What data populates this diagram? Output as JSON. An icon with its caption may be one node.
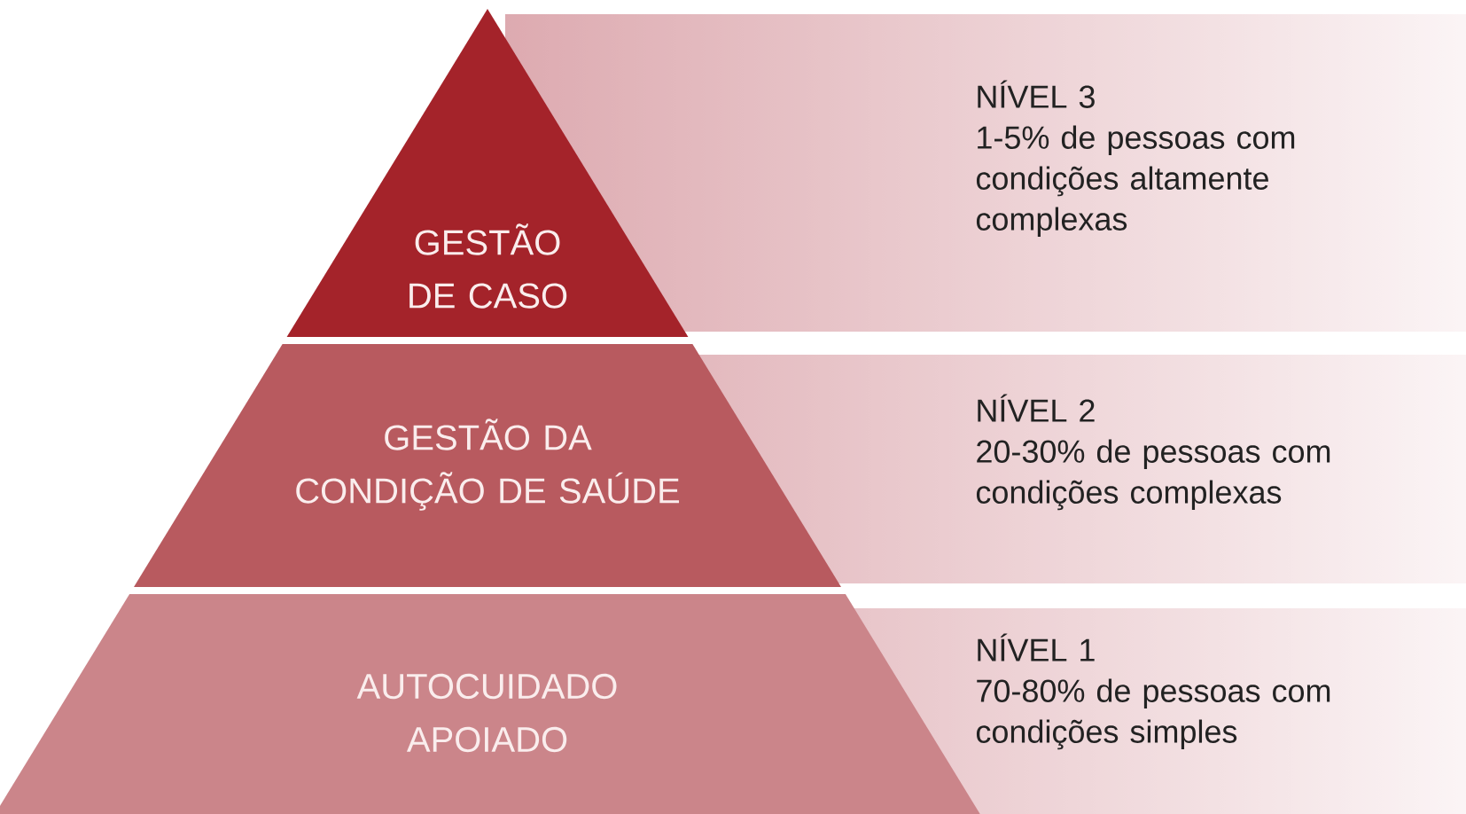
{
  "diagram": {
    "nodes": [
      {
        "text": [
          "GESTÃO DE CASO"
        ]
      },
      {
        "text": [
          "NÍVEL 3",
          "1-5% de pessoas com condições altamente complexas"
        ]
      },
      {
        "text": [
          "GESTÃO DA CONDIÇÃO DE SAÚDE"
        ]
      },
      {
        "text": [
          "NÍVEL 2",
          "20-30% de pessoas com condições complexas"
        ]
      },
      {
        "text": [
          "AUTOCUIDADO APOIADO"
        ]
      },
      {
        "text": [
          "NÍVEL 1",
          "70-80% de pessoas com condições simples"
        ]
      }
    ]
  }
}
